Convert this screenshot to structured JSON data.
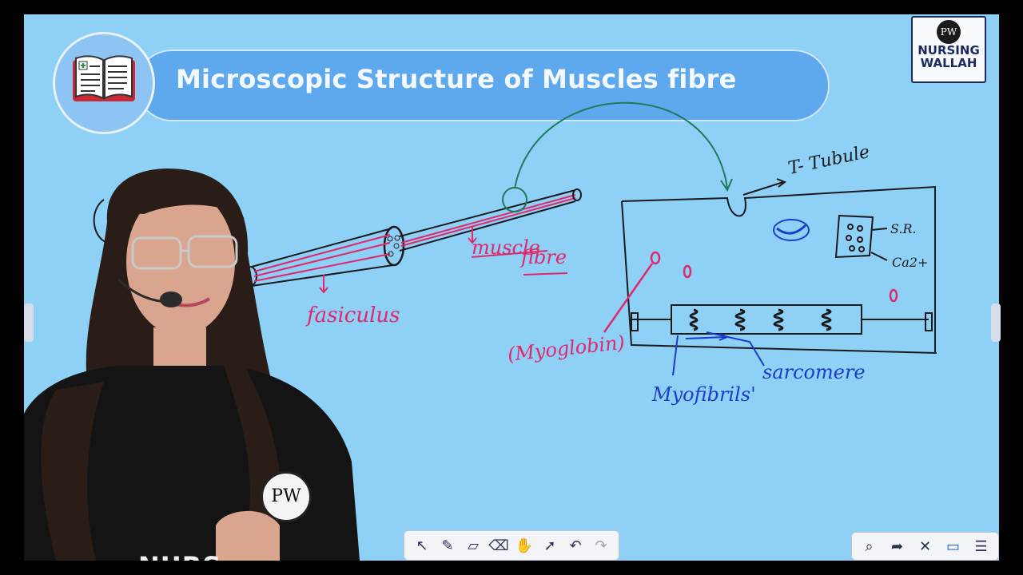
{
  "slide": {
    "title": "Microscopic Structure of Muscles fibre",
    "book_icon": "book-icon",
    "logo": {
      "line1": "NURSING",
      "line2": "WALLAH",
      "badge": "PW"
    }
  },
  "annotations": {
    "fasiculus": "fasiculus",
    "muscle_fibre_1": "muscle",
    "muscle_fibre_2": "fibre",
    "t_tubule": "T- Tubule",
    "sr": "S.R.",
    "ca": "Ca2+",
    "myoglobin": "(Myoglobin)",
    "sarcomere": "sarcomere",
    "myofibrils": "Myofibrils'"
  },
  "presenter": {
    "shirt_text": "NURS",
    "shirt_logo": "PW"
  },
  "toolbar": {
    "tools": [
      "pointer-icon",
      "pen-icon",
      "highlighter-icon",
      "eraser-icon",
      "hand-icon",
      "laser-icon",
      "undo-icon",
      "redo-icon"
    ],
    "glyphs": [
      "↖",
      "✎",
      "▱",
      "⌫",
      "✋",
      "➚",
      "↶",
      "↷"
    ]
  },
  "toolbar_right": {
    "tools": [
      "zoom-icon",
      "share-icon",
      "tools-icon",
      "screen-icon",
      "menu-icon"
    ],
    "glyphs": [
      "⌕",
      "➦",
      "✕",
      "▭",
      "☰"
    ]
  },
  "colors": {
    "accent": "#5ea8ee",
    "background": "#8fd0f6",
    "pink": "#e0286a",
    "blue": "#1a3cc8",
    "green": "#1e7a5a"
  }
}
